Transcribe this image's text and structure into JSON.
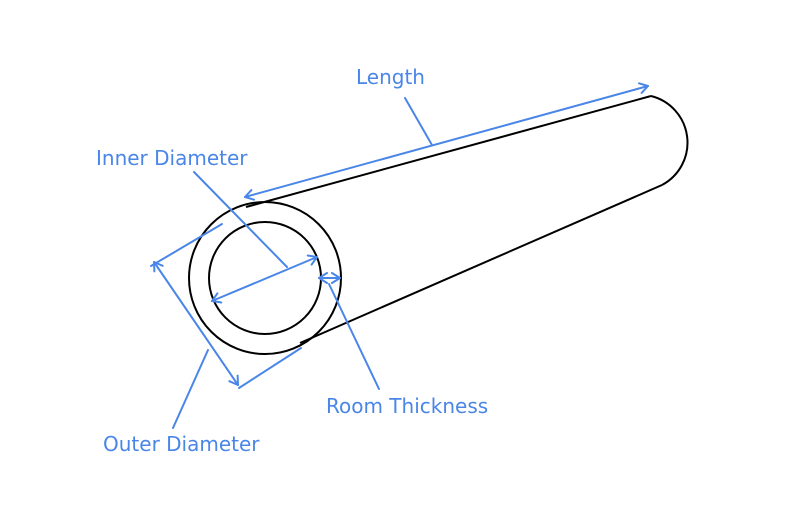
{
  "labels": {
    "length": "Length",
    "inner_diameter": "Inner Diameter",
    "outer_diameter": "Outer Diameter",
    "room_thickness": "Room Thickness"
  },
  "colors": {
    "annotation": "#4a86e8",
    "pipe_outline": "#000000",
    "background": "#ffffff"
  }
}
